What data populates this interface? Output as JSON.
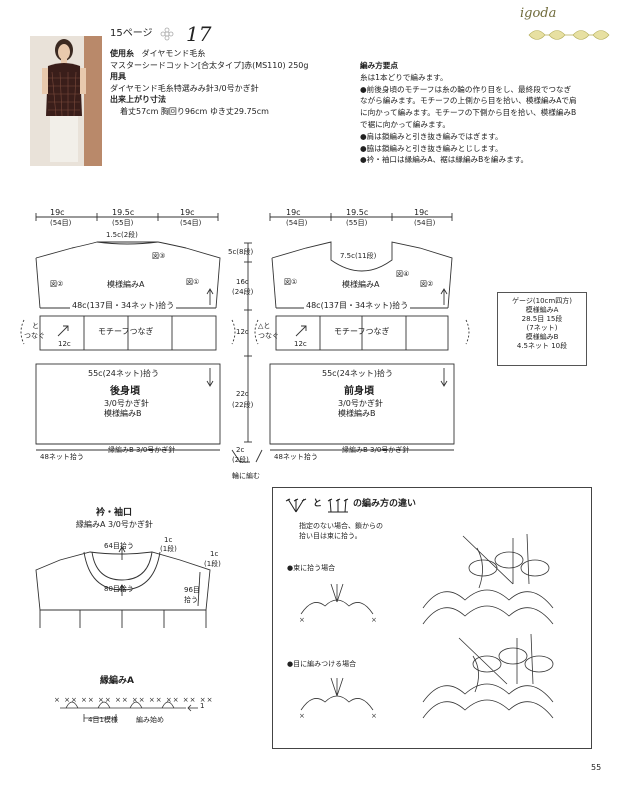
{
  "header": {
    "page_ref": "15ページ",
    "item_number": "17",
    "brand": "igoda",
    "page_number": "55"
  },
  "specs": {
    "yarn_label": "使用糸",
    "yarn_maker": "ダイヤモンド毛糸",
    "yarn_detail": "マスターシードコットン[合太タイプ]赤(MS110) 250g",
    "tools_label": "用具",
    "tools_detail": "ダイヤモンド毛糸特選みみ針3/0号かぎ針",
    "size_label": "出来上がり寸法",
    "size_detail": "着丈57cm  胸回り96cm  ゆき丈29.75cm"
  },
  "notes": {
    "title": "編み方要点",
    "lines": [
      "糸は1本どりで編みます。",
      "●前後身頃のモチーフは糸の輪の作り目をし、最終段でつなぎ",
      "ながら編みます。モチーフの上側から目を拾い、模様編みAで肩",
      "に向かって編みます。モチーフの下側から目を拾い、模様編みB",
      "で裾に向かって編みます。",
      "●肩は鎖編みと引き抜き編みではぎます。",
      "●脇は鎖編みと引き抜き編みとじします。",
      "●衿・袖口は縁編みA、裾は縁編みBを編みます。"
    ]
  },
  "back": {
    "top_widths": [
      "19c",
      "19.5c",
      "19c"
    ],
    "top_stitches": [
      "(54目)",
      "(55目)",
      "(54目)"
    ],
    "neck": "1.5c(2段)",
    "fig3": "図③",
    "fig2": "図②",
    "fig1": "図①",
    "pattern_a": "模様編みA",
    "pickup": "48c(137目・34ネット)拾う",
    "motif_join": "モチーフつなぎ",
    "join_left": "と",
    "join_left2": "つなぐ",
    "motif_size": "12c",
    "net_pickup": "55c(24ネット)拾う",
    "title": "後身頃",
    "hook": "3/0号かぎ針",
    "pattern_b": "模様編みB",
    "hem_pickup": "48ネット拾う",
    "hem_edge": "縁編みB  3/0号かぎ針"
  },
  "front": {
    "top_widths": [
      "19c",
      "19.5c",
      "19c"
    ],
    "top_stitches": [
      "(54目)",
      "(55目)",
      "(54目)"
    ],
    "neck": "7.5c(11段)",
    "fig4": "図④",
    "fig1": "図①",
    "fig2": "図②",
    "pattern_a": "模様編みA",
    "pickup": "48c(137目・34ネット)拾う",
    "motif_join": "モチーフつなぎ",
    "join_left": "△と",
    "join_left2": "つなぐ",
    "motif_size": "12c",
    "net_pickup": "55c(24ネット)拾う",
    "title": "前身頃",
    "hook": "3/0号かぎ針",
    "pattern_b": "模様編みB",
    "hem_pickup": "48ネット拾う",
    "hem_edge": "縁編みB  3/0号かぎ針"
  },
  "middle": {
    "h1": "5c(8段)",
    "h2": "16c",
    "h2b": "(24段)",
    "h3": "12c",
    "h4": "22c",
    "h4b": "(22段)",
    "h5": "2c",
    "h5b": "(2段)",
    "circle_note": "輪に編む"
  },
  "gauge": {
    "title": "ゲージ(10cm四方)",
    "lines": [
      "模様編みA",
      "28.5目  15段",
      "(7ネット)",
      "模様編みB",
      "4.5ネット  10段"
    ]
  },
  "collar": {
    "title": "衿・袖口",
    "subtitle": "縁編みA  3/0号かぎ針",
    "neck_front": "64目拾う",
    "neck_back": "80目拾う",
    "neck_rows": "1c",
    "neck_rows_b": "(1段)",
    "sleeve_rows": "1c",
    "sleeve_rows_b": "(1段)",
    "sleeve_pick": "96目",
    "sleeve_pick_b": "拾う"
  },
  "edge_a": {
    "title": "縁編みA",
    "repeat": "4目1模様",
    "start": "編み始め",
    "arrow_num": "1"
  },
  "diff_box": {
    "title_mid": "と",
    "title_end": "の編み方の違い",
    "intro1": "指定のない場合、鎖からの",
    "intro2": "拾い目は束に拾う。",
    "case1": "●束に拾う場合",
    "case2": "●目に編みつける場合"
  }
}
